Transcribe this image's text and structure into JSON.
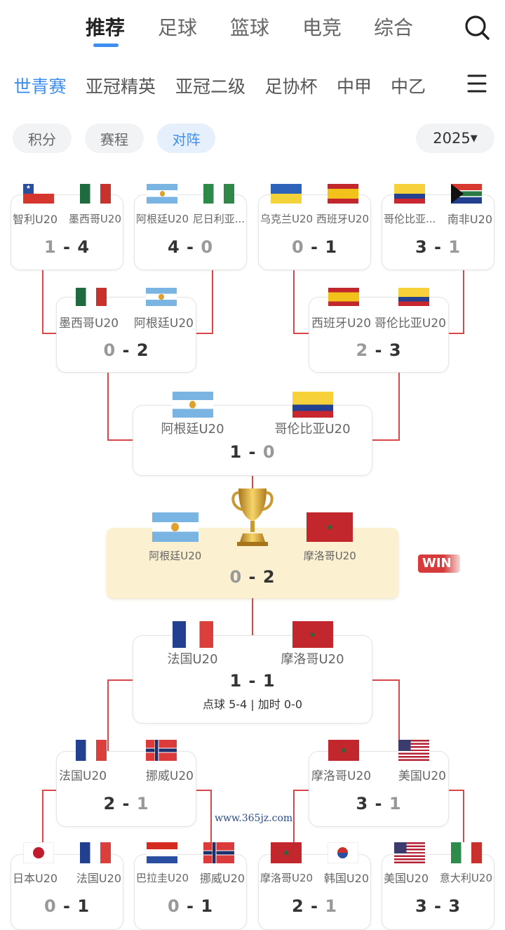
{
  "header": {
    "tabs": [
      {
        "label": "推荐",
        "active": true
      },
      {
        "label": "足球"
      },
      {
        "label": "篮球"
      },
      {
        "label": "电竞"
      },
      {
        "label": "综合"
      }
    ],
    "search_icon": "search-icon"
  },
  "competitions": {
    "items": [
      {
        "label": "世青赛",
        "active": true
      },
      {
        "label": "亚冠精英"
      },
      {
        "label": "亚冠二级"
      },
      {
        "label": "足协杯"
      },
      {
        "label": "中甲"
      },
      {
        "label": "中乙"
      }
    ],
    "menu_icon": "menu-icon"
  },
  "subtabs": {
    "items": [
      {
        "label": "积分"
      },
      {
        "label": "赛程"
      },
      {
        "label": "对阵",
        "active": true
      }
    ],
    "year": "2025",
    "year_icon": "caret-down-icon"
  },
  "colors": {
    "accent": "#3c8ef0",
    "connector": "#d9474b",
    "final_bg": "#fbf0cf",
    "win_badge": "#d63a3a"
  },
  "bracket": {
    "top_r16": [
      {
        "home": "智利U20",
        "away": "墨西哥U20",
        "home_flag": "cl",
        "away_flag": "mx",
        "home_score": "1",
        "away_score": "4",
        "winner": "away"
      },
      {
        "home": "阿根廷U20",
        "away": "尼日利亚...",
        "home_flag": "ar",
        "away_flag": "ng",
        "home_score": "4",
        "away_score": "0",
        "winner": "home"
      },
      {
        "home": "乌克兰U20",
        "away": "西班牙U20",
        "home_flag": "ua",
        "away_flag": "es",
        "home_score": "0",
        "away_score": "1",
        "winner": "away"
      },
      {
        "home": "哥伦比亚...",
        "away": "南非U20",
        "home_flag": "co",
        "away_flag": "za",
        "home_score": "3",
        "away_score": "1",
        "winner": "home"
      }
    ],
    "top_qf": [
      {
        "home": "墨西哥U20",
        "away": "阿根廷U20",
        "home_flag": "mx",
        "away_flag": "ar",
        "home_score": "0",
        "away_score": "2",
        "winner": "away"
      },
      {
        "home": "西班牙U20",
        "away": "哥伦比亚U20",
        "home_flag": "es",
        "away_flag": "co",
        "home_score": "2",
        "away_score": "3",
        "winner": "away"
      }
    ],
    "top_sf": {
      "home": "阿根廷U20",
      "away": "哥伦比亚U20",
      "home_flag": "ar",
      "away_flag": "co",
      "home_score": "1",
      "away_score": "0",
      "winner": "home"
    },
    "final": {
      "home": "阿根廷U20",
      "away": "摩洛哥U20",
      "home_flag": "ar",
      "away_flag": "ma",
      "home_score": "0",
      "away_score": "2",
      "winner": "away",
      "trophy_icon": "trophy-icon",
      "badge": "WIN"
    },
    "bottom_sf": {
      "home": "法国U20",
      "away": "摩洛哥U20",
      "home_flag": "fr",
      "away_flag": "ma",
      "home_score": "1",
      "away_score": "1",
      "winner": "both",
      "extra": "点球 5-4 | 加时 0-0"
    },
    "bottom_qf": [
      {
        "home": "法国U20",
        "away": "挪威U20",
        "home_flag": "fr",
        "away_flag": "no",
        "home_score": "2",
        "away_score": "1",
        "winner": "home"
      },
      {
        "home": "摩洛哥U20",
        "away": "美国U20",
        "home_flag": "ma",
        "away_flag": "us",
        "home_score": "3",
        "away_score": "1",
        "winner": "home"
      }
    ],
    "bottom_r16": [
      {
        "home": "日本U20",
        "away": "法国U20",
        "home_flag": "jp",
        "away_flag": "fr",
        "home_score": "0",
        "away_score": "1",
        "winner": "away"
      },
      {
        "home": "巴拉圭U20",
        "away": "挪威U20",
        "home_flag": "py",
        "away_flag": "no",
        "home_score": "0",
        "away_score": "1",
        "winner": "away"
      },
      {
        "home": "摩洛哥U20",
        "away": "韩国U20",
        "home_flag": "ma",
        "away_flag": "kr",
        "home_score": "2",
        "away_score": "1",
        "winner": "home"
      },
      {
        "home": "美国U20",
        "away": "意大利U20",
        "home_flag": "us",
        "away_flag": "it",
        "home_score": "3",
        "away_score": "3",
        "winner": "both"
      }
    ]
  },
  "watermark": "www.365jz.com"
}
